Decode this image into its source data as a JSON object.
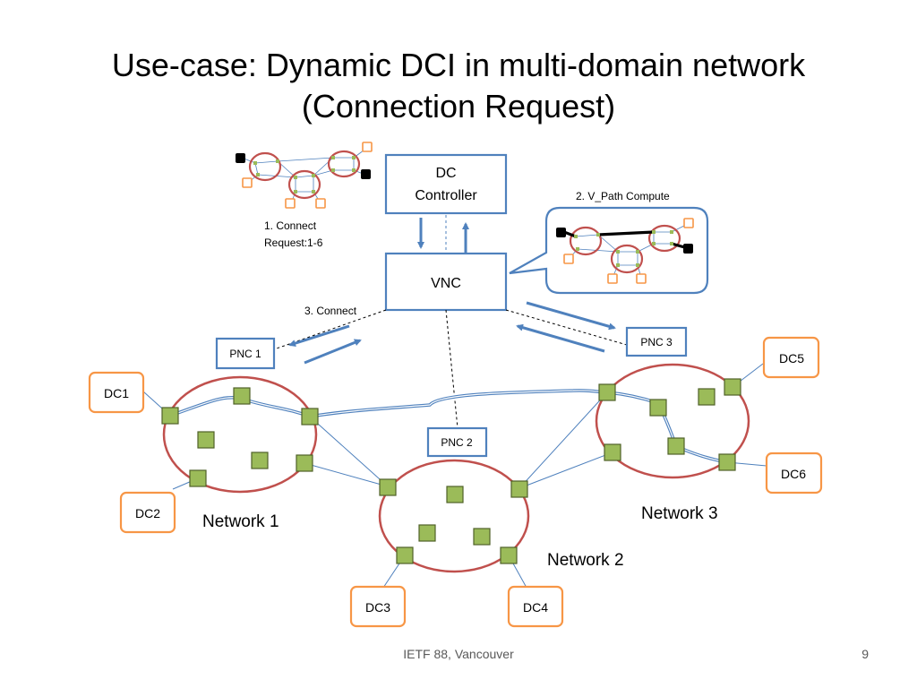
{
  "title": {
    "line1": "Use-case: Dynamic DCI in multi-domain network",
    "line2": "(Connection Request)"
  },
  "boxes": {
    "dc_controller_line1": "DC",
    "dc_controller_line2": "Controller",
    "vnc": "VNC",
    "pnc1": "PNC 1",
    "pnc2": "PNC 2",
    "pnc3": "PNC 3"
  },
  "dcs": {
    "dc1": "DC1",
    "dc2": "DC2",
    "dc3": "DC3",
    "dc4": "DC4",
    "dc5": "DC5",
    "dc6": "DC6"
  },
  "networks": {
    "n1": "Network 1",
    "n2": "Network 2",
    "n3": "Network 3"
  },
  "annotations": {
    "connect_request_line1": "1. Connect",
    "connect_request_line2": "Request:1-6",
    "vpath_compute": "2. V_Path Compute",
    "connect": "3. Connect"
  },
  "colors": {
    "box_border": "#4f81bd",
    "arrow": "#4f81bd",
    "network_ring": "#c0504d",
    "node_fill": "#9bbb59",
    "node_border": "#4f6228",
    "dc_border": "#f79646",
    "black_node": "#000000",
    "link": "#4f81bd"
  },
  "footer": "IETF 88, Vancouver",
  "page_number": "9"
}
